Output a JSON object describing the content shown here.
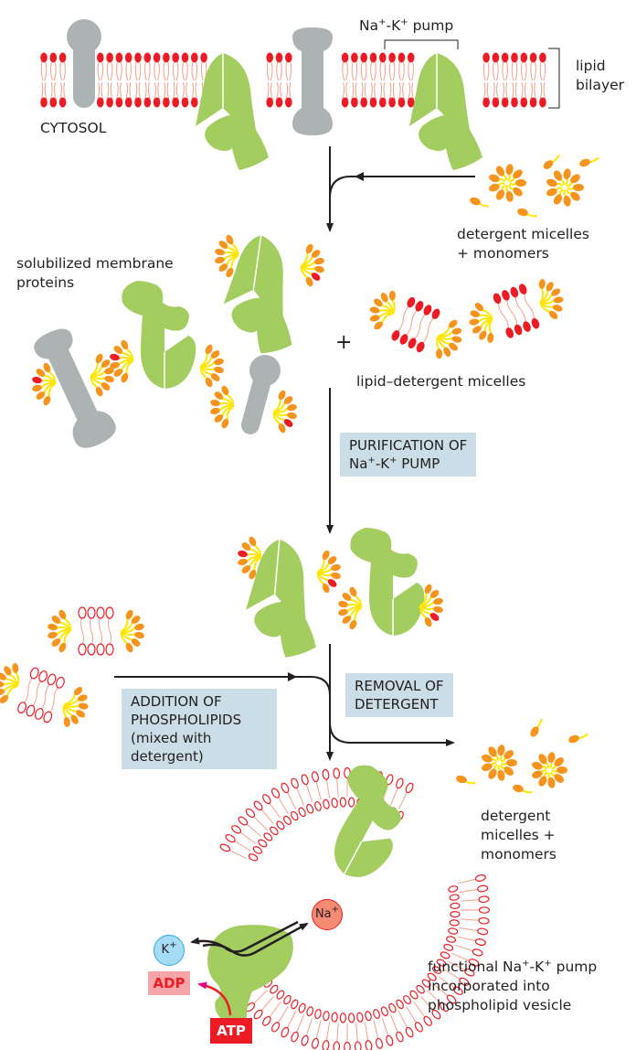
{
  "title": "Reconstitution of the Na+-K+ pump into phospholipid vesicles",
  "labels": {
    "pump_top": "Na+-K+ pump",
    "lipid_bilayer_1": "lipid",
    "lipid_bilayer_2": "bilayer",
    "cytosol": "CYTOSOL",
    "detergent_top_1": "detergent micelles",
    "detergent_top_2": "+ monomers",
    "solubilized_1": "solubilized membrane",
    "solubilized_2": "proteins",
    "plus": "+",
    "lipid_detergent": "lipid–detergent micelles",
    "detergent_bottom_1": "detergent",
    "detergent_bottom_2": "micelles +",
    "detergent_bottom_3": "monomers",
    "functional_1": "functional Na+-K+ pump",
    "functional_2": "incorporated into",
    "functional_3": "phospholipid vesicle"
  },
  "steps": {
    "purification_1": "PURIFICATION OF",
    "purification_2": "Na+-K+ PUMP",
    "removal_1": "REMOVAL OF",
    "removal_2": "DETERGENT",
    "addition_1": "ADDITION OF",
    "addition_2": "PHOSPHOLIPIDS",
    "addition_3": "(mixed with",
    "addition_4": "detergent)"
  },
  "ions": {
    "na": "Na+",
    "k": "K+",
    "adp": "ADP",
    "atp": "ATP"
  },
  "colors": {
    "protein_green": "#a3cd5f",
    "protein_gray": "#adb3b3",
    "lipid_head": "#ed1c24",
    "lipid_tail": "#f4a08a",
    "detergent_head": "#f7941d",
    "detergent_tail": "#ffe600",
    "step_box": "#cbdde6",
    "na_ion": "#f58b73",
    "k_ion": "#a6dcf5",
    "adp_box": "#f6a5a9",
    "atp_box": "#ed1c24"
  }
}
